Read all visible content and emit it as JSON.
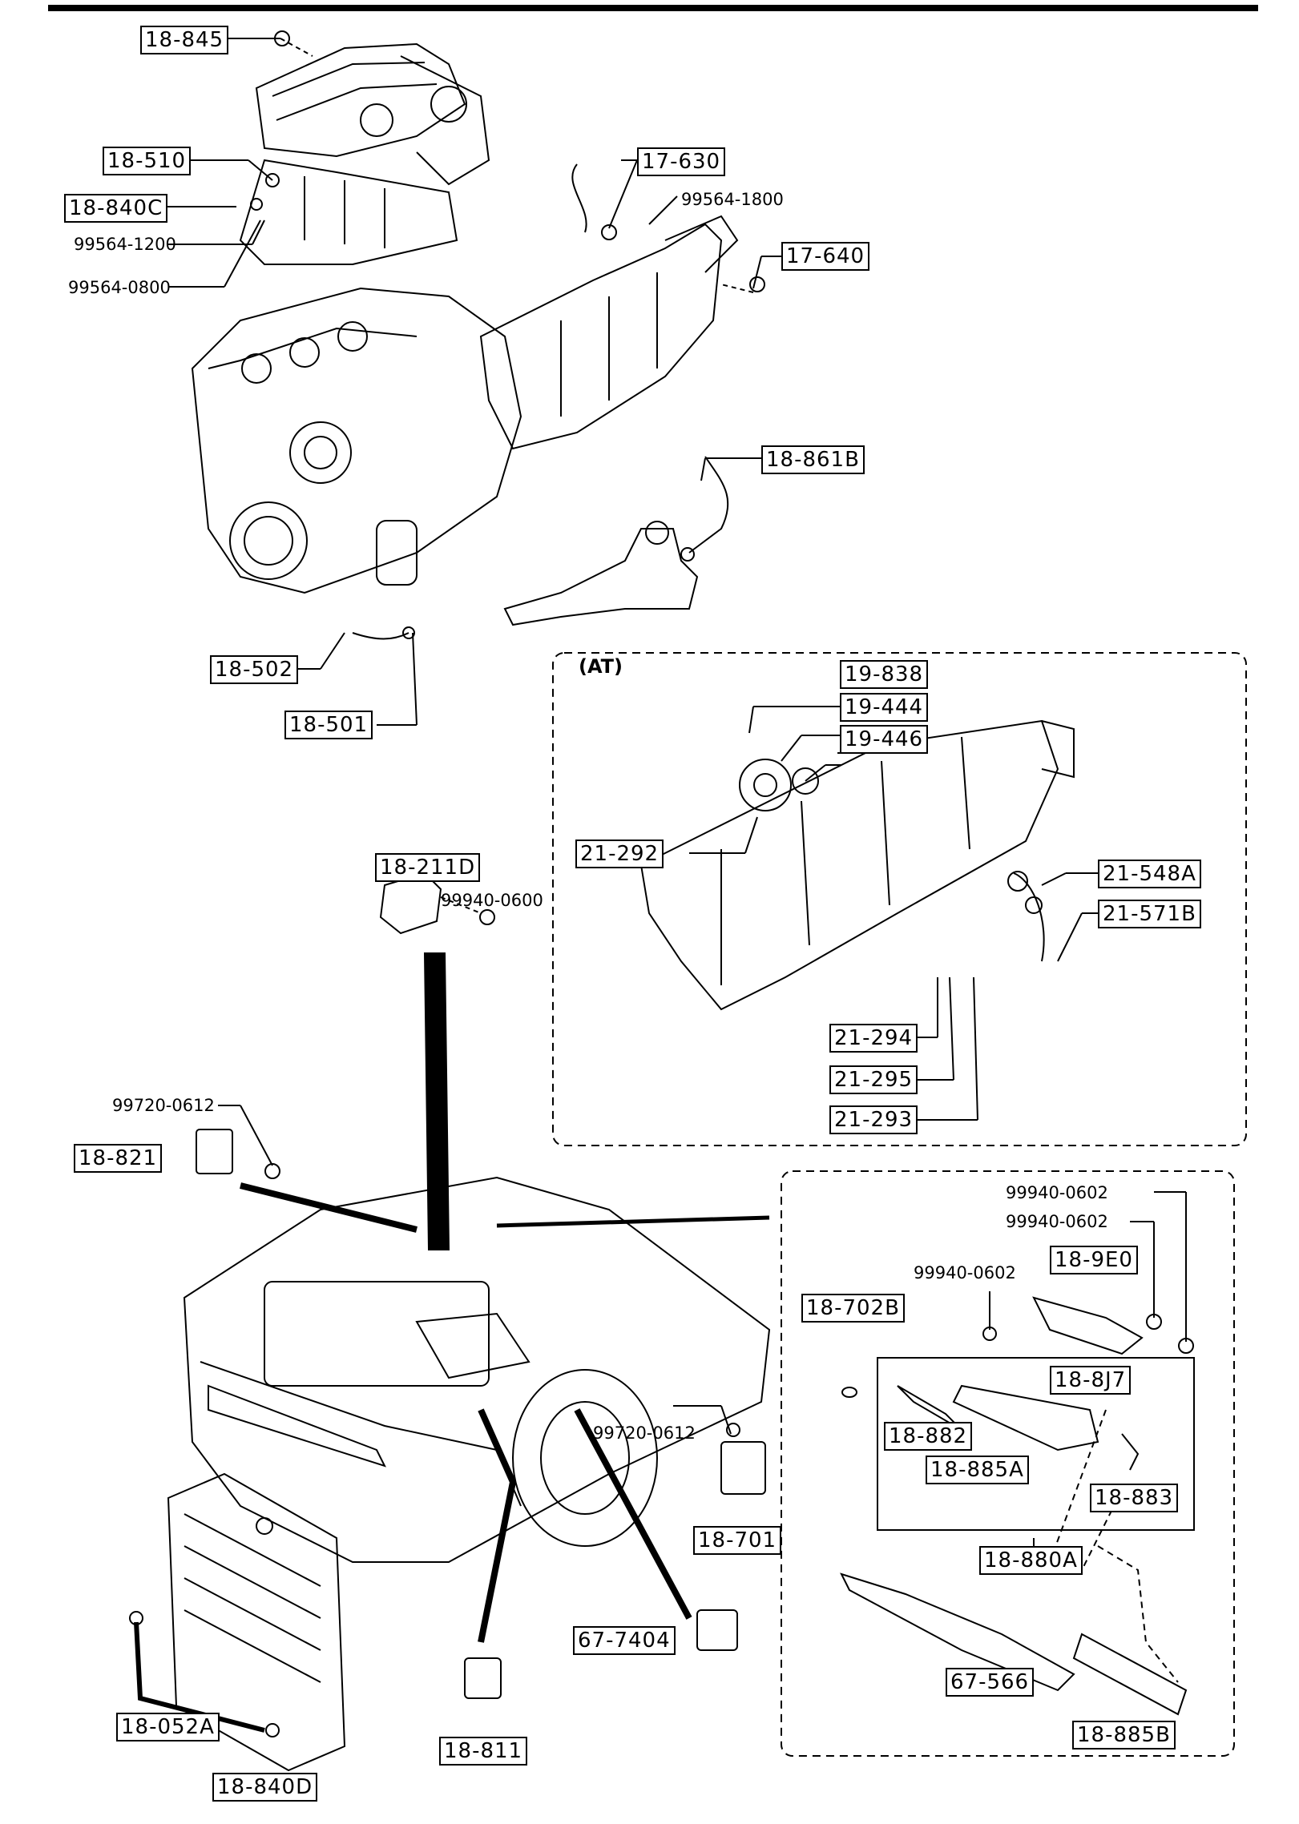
{
  "section_at_label": "(AT)",
  "boxed_labels": {
    "p18_845": "18-845",
    "p18_510": "18-510",
    "p18_840C": "18-840C",
    "p17_630": "17-630",
    "p17_640": "17-640",
    "p18_861B": "18-861B",
    "p18_502": "18-502",
    "p18_501": "18-501",
    "p19_838": "19-838",
    "p19_444": "19-444",
    "p19_446": "19-446",
    "p21_292": "21-292",
    "p21_548A": "21-548A",
    "p21_571B": "21-571B",
    "p21_294": "21-294",
    "p21_295": "21-295",
    "p21_293": "21-293",
    "p18_211D": "18-211D",
    "p18_821": "18-821",
    "p18_9E0": "18-9E0",
    "p18_702B": "18-702B",
    "p18_8J7": "18-8J7",
    "p18_882": "18-882",
    "p18_885A": "18-885A",
    "p18_883": "18-883",
    "p18_701": "18-701",
    "p18_880A": "18-880A",
    "p67_7404": "67-7404",
    "p67_566": "67-566",
    "p18_885B": "18-885B",
    "p18_811": "18-811",
    "p18_052A": "18-052A",
    "p18_840D": "18-840D"
  },
  "plain_labels": {
    "b99564_1800": "99564-1800",
    "b99564_1200": "99564-1200",
    "b99564_0800": "99564-0800",
    "b99940_0600": "99940-0600",
    "b99720_0612_top": "99720-0612",
    "b99940_0602_a": "99940-0602",
    "b99940_0602_b": "99940-0602",
    "b99940_0602_c": "99940-0602",
    "b99720_0612_mid": "99720-0612"
  }
}
